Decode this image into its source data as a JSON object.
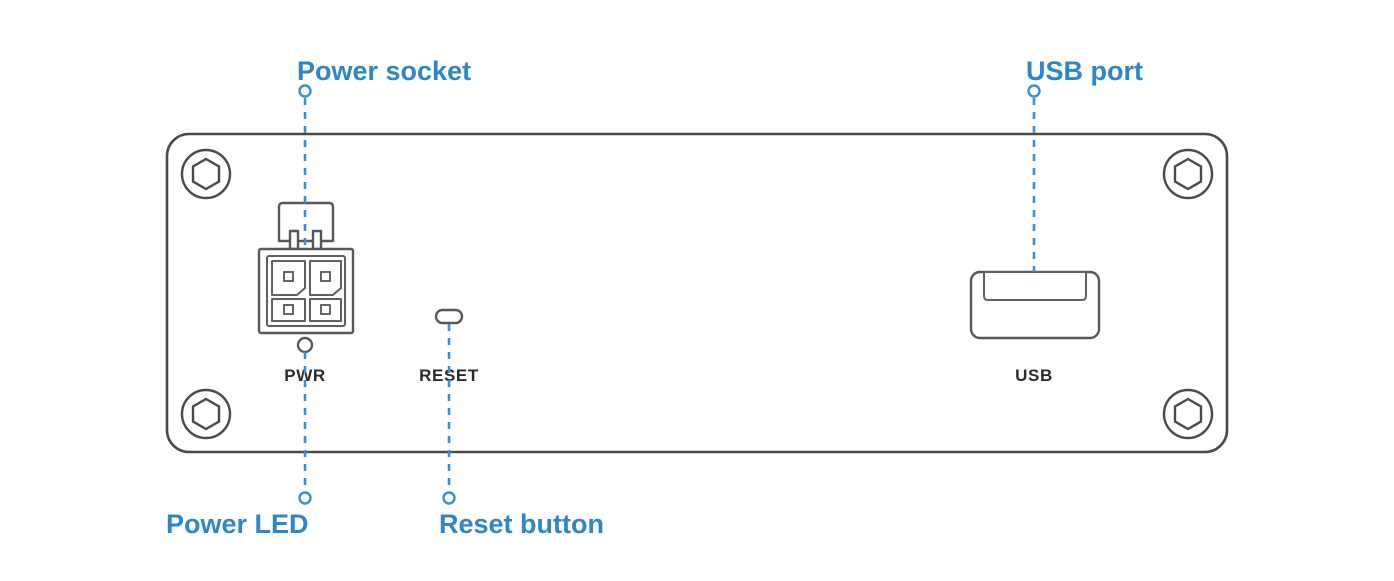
{
  "figure": {
    "title": "Rear panel connector diagram",
    "accent_color": "#2E86C8",
    "line_color": "#4a4a4a",
    "background": "#ffffff"
  },
  "callouts": [
    {
      "id": "power-socket",
      "label": "Power socket",
      "position": "top-left",
      "marker": "circle",
      "leader": "dotted-vertical"
    },
    {
      "id": "usb-port",
      "label": "USB port",
      "position": "top-right",
      "marker": "circle",
      "leader": "dotted-vertical"
    },
    {
      "id": "power-led",
      "label": "Power LED",
      "position": "bottom-left",
      "marker": "circle",
      "leader": "dotted-vertical"
    },
    {
      "id": "reset-button",
      "label": "Reset button",
      "position": "bottom-center",
      "marker": "circle",
      "leader": "dotted-vertical"
    }
  ],
  "panel": {
    "silkscreen_labels": [
      {
        "id": "pwr",
        "text": "PWR"
      },
      {
        "id": "reset",
        "text": "RESET"
      },
      {
        "id": "usb",
        "text": "USB"
      }
    ],
    "components": [
      {
        "id": "power-socket",
        "type": "4-pin-molex-connector",
        "pins": 4
      },
      {
        "id": "power-led",
        "type": "led-indicator"
      },
      {
        "id": "reset-button",
        "type": "recessed-pill-button"
      },
      {
        "id": "usb-port",
        "type": "usb-type-a-receptacle"
      }
    ],
    "screws": [
      {
        "id": "screw-top-left",
        "type": "hex-socket"
      },
      {
        "id": "screw-top-right",
        "type": "hex-socket"
      },
      {
        "id": "screw-bottom-left",
        "type": "hex-socket"
      },
      {
        "id": "screw-bottom-right",
        "type": "hex-socket"
      }
    ]
  }
}
